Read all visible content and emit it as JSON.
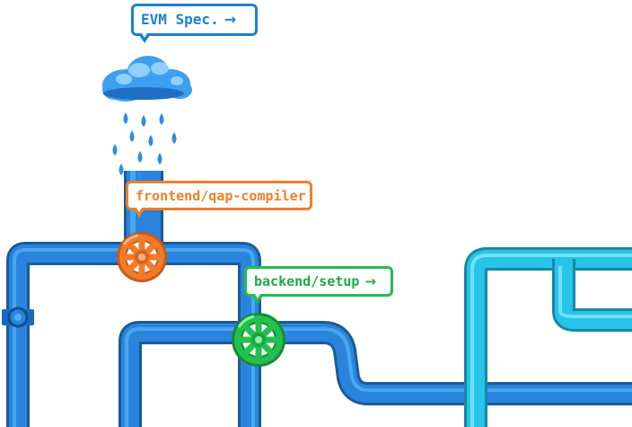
{
  "labels": {
    "evm": {
      "text": "EVM Spec.",
      "arrow": "→"
    },
    "frontend": {
      "text": "frontend/qap-compiler",
      "arrow": ""
    },
    "backend": {
      "text": "backend/setup",
      "arrow": "→"
    }
  },
  "colors": {
    "pipe_blue": "#2a84dd",
    "pipe_blue_dark": "#1a5b98",
    "pipe_blue_light": "#4fb0f5",
    "pipe_cyan": "#25c4e8",
    "pipe_cyan_dark": "#1887a5",
    "pipe_cyan_light": "#7be3f7",
    "cloud": "#3d9ff0",
    "rain": "#2a8fe6",
    "valve_orange": "#f07b2a",
    "valve_green": "#22c04f",
    "coupling": "#1a69c4"
  },
  "icons": [
    "cloud-icon",
    "raindrop-icon",
    "orange-valve-icon",
    "green-valve-icon",
    "pipe-coupling-icon",
    "arrow-right-icon"
  ]
}
